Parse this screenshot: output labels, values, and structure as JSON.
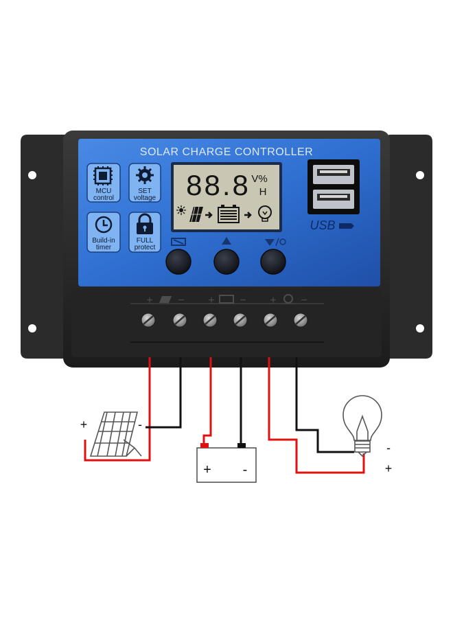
{
  "panel": {
    "title": "SOLAR CHARGE CONTROLLER",
    "lcd_value": "88.8",
    "lcd_unit_top": "V%",
    "lcd_unit_bottom": "H",
    "usb_label": "USB"
  },
  "features": [
    {
      "line1": "MCU",
      "line2": "control",
      "icon": "chip-icon"
    },
    {
      "line1": "SET",
      "line2": "voltage",
      "icon": "gear-icon"
    },
    {
      "line1": "Build-in",
      "line2": "timer",
      "icon": "clock-icon"
    },
    {
      "line1": "FULL",
      "line2": "protect",
      "icon": "lock-icon"
    }
  ],
  "terminal_labels": {
    "solar_plus": "+",
    "solar_minus": "−",
    "battery_plus": "+",
    "battery_minus": "−",
    "load_plus": "+",
    "load_minus": "−"
  },
  "diagram": {
    "solar_plus": "+",
    "solar_minus": "-",
    "battery_plus": "+",
    "battery_minus": "-",
    "load_minus": "-",
    "load_plus": "+"
  },
  "colors": {
    "panel_blue": "#2f6fd0",
    "housing": "#2a2a2a",
    "lcd": "#c9c7b4",
    "positive_wire": "#e01010",
    "negative_wire": "#111111"
  }
}
